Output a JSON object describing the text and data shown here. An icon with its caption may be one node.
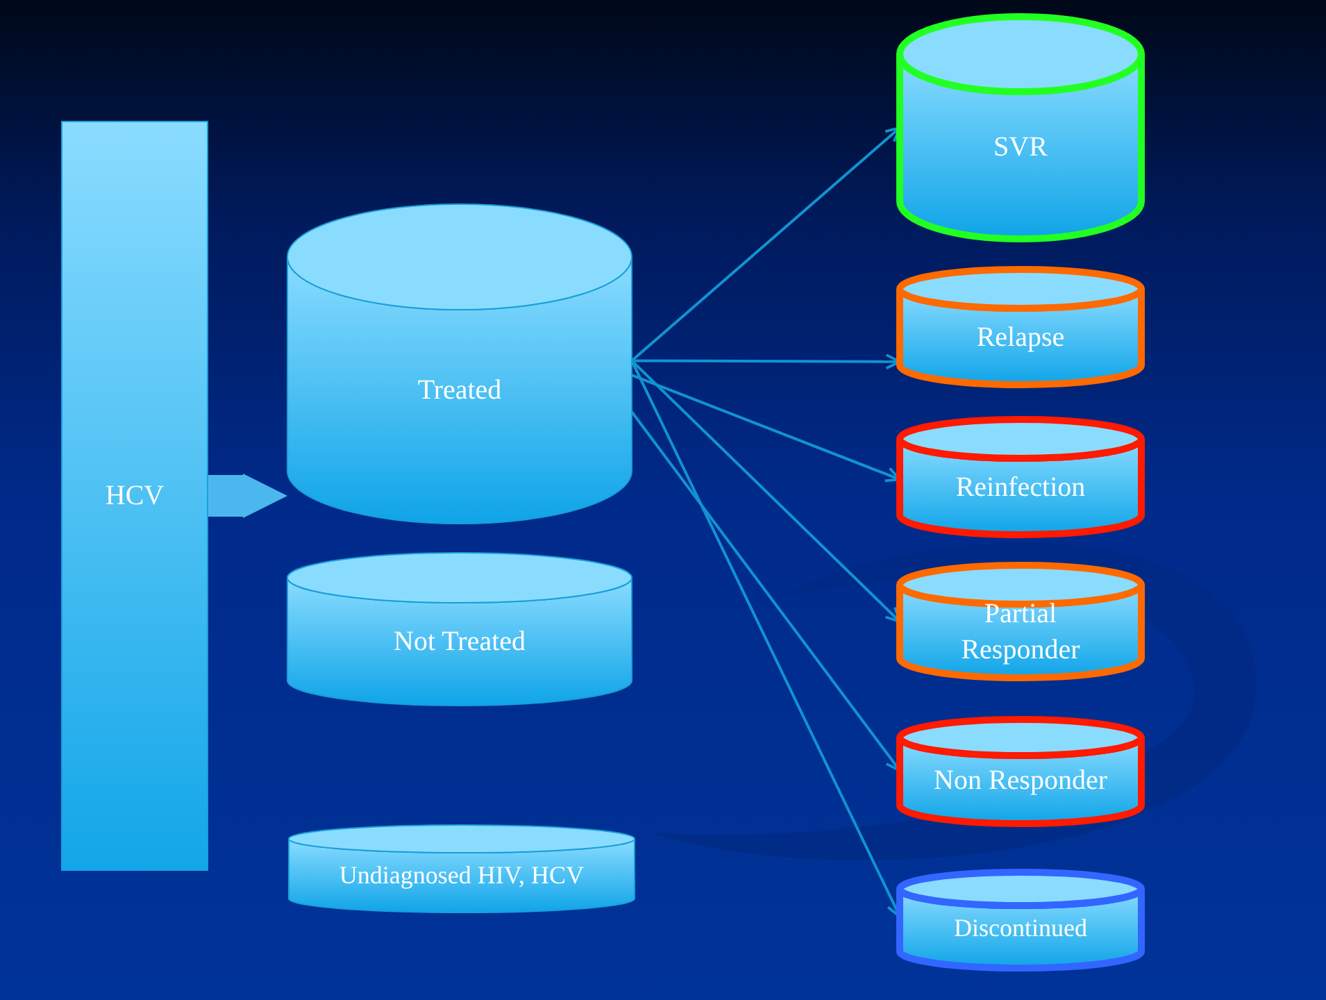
{
  "diagram": {
    "nodes": [
      {
        "text": [
          "HCV"
        ]
      },
      {
        "text": [
          "Treated"
        ]
      },
      {
        "text": [
          "Not Treated"
        ]
      },
      {
        "text": [
          "Undiagnosed HIV, HCV"
        ]
      },
      {
        "text": [
          "SVR"
        ]
      },
      {
        "text": [
          "Relapse"
        ]
      },
      {
        "text": [
          "Reinfection"
        ]
      },
      {
        "text": [
          "Partial Responder"
        ]
      },
      {
        "text": [
          "Non Responder"
        ]
      },
      {
        "text": [
          "Discontinued"
        ]
      }
    ],
    "edges": [
      {
        "from": 0,
        "to": 1,
        "arrow": "to",
        "style": "thick"
      },
      {
        "from": 1,
        "to": 4,
        "arrow": "to"
      },
      {
        "from": 1,
        "to": 5,
        "arrow": "to"
      },
      {
        "from": 1,
        "to": 6,
        "arrow": "to"
      },
      {
        "from": 1,
        "to": 7,
        "arrow": "to"
      },
      {
        "from": 1,
        "to": 8,
        "arrow": "to"
      },
      {
        "from": 1,
        "to": 9,
        "arrow": "to"
      }
    ]
  }
}
